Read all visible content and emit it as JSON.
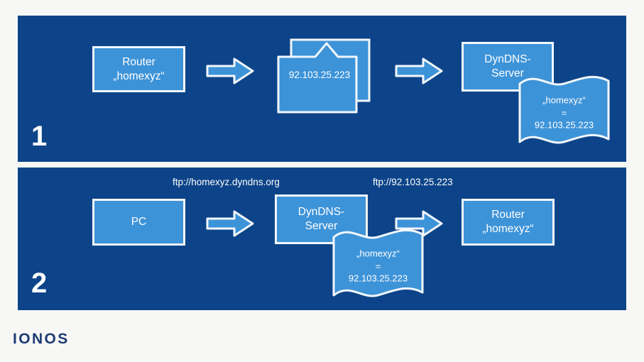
{
  "page": {
    "background": "#f7f7f6",
    "brand": "IONOS",
    "brand_color": "#1d3c73"
  },
  "theme": {
    "panel_bg": "#0d4489",
    "node_fill": "#3d93d8",
    "node_stroke": "#f2f7fb",
    "text": "#ffffff"
  },
  "panels": [
    {
      "number": "1",
      "nodes": {
        "router": "Router\n„homexyz“",
        "packet_ip": "92.103.25.223",
        "dyndns_server": "DynDNS-\nServer"
      },
      "flag": {
        "line1": "„homexyz“",
        "line2": "=",
        "line3": "92.103.25.223"
      }
    },
    {
      "number": "2",
      "labels": {
        "left_url": "ftp://homexyz.dyndns.org",
        "right_url": "ftp://92.103.25.223"
      },
      "nodes": {
        "pc": "PC",
        "dyndns_server": "DynDNS-\nServer",
        "router": "Router\n„homexyz“"
      },
      "flag": {
        "line1": "„homexyz“",
        "line2": "=",
        "line3": "92.103.25.223"
      }
    }
  ]
}
